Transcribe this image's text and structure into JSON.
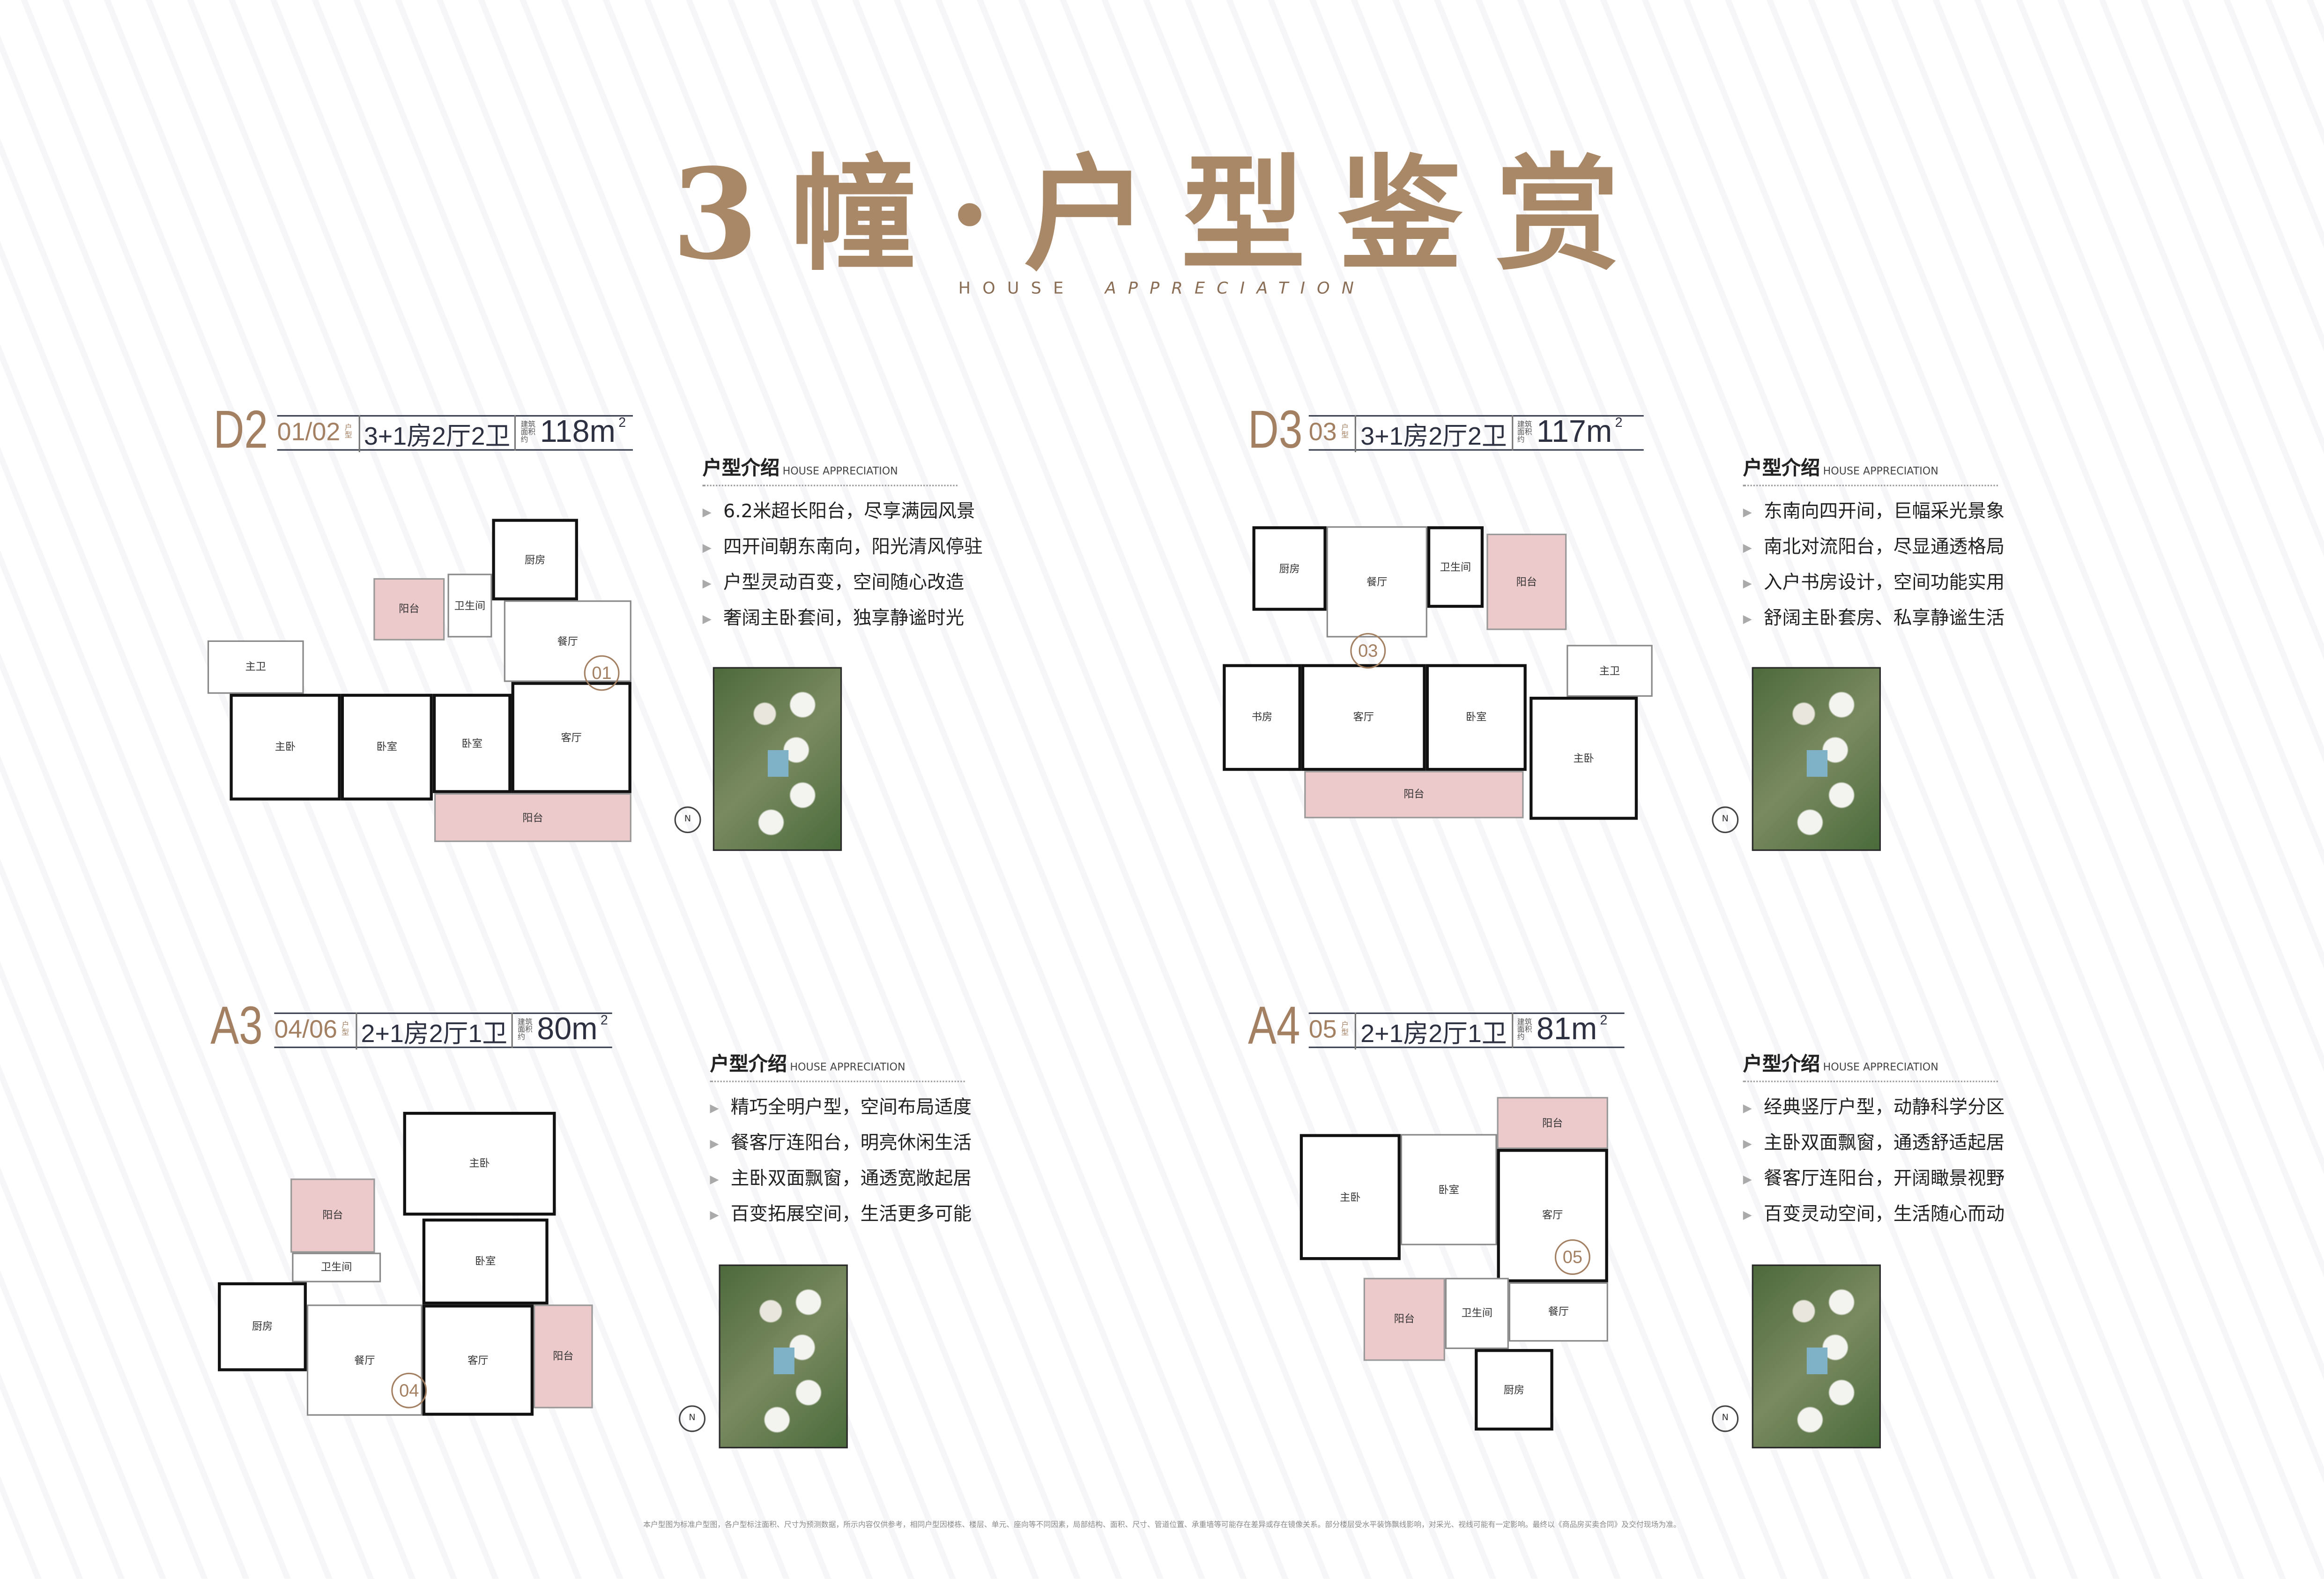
{
  "title": "3幢·户型鉴赏",
  "subtitle": {
    "left": "HOUSE",
    "right": "APPRECIATION"
  },
  "intro_title": "户型介绍",
  "intro_sub": "HOUSE APPRECIATION",
  "type_label": "户型",
  "area_label": "建筑面积约",
  "units": [
    {
      "code": "D2",
      "nums": "01/02",
      "rooms": "3+1房2厅2卫",
      "area": "118m",
      "sup": "2",
      "circle": "01",
      "bullets": [
        "6.2米超长阳台，尽享满园风景",
        "四开间朝东南向，阳光清风停驻",
        "户型灵动百变，空间随心改造",
        "奢阔主卧套间，独享静谧时光"
      ],
      "rooms_list": [
        "厨房",
        "卫生间",
        "阳台",
        "餐厅",
        "主卫",
        "主卧",
        "卧室",
        "卧室",
        "客厅",
        "阳台"
      ]
    },
    {
      "code": "D3",
      "nums": "03",
      "rooms": "3+1房2厅2卫",
      "area": "117m",
      "sup": "2",
      "circle": "03",
      "bullets": [
        "东南向四开间，巨幅采光景象",
        "南北对流阳台，尽显通透格局",
        "入户书房设计，空间功能实用",
        "舒阔主卧套房、私享静谧生活"
      ],
      "rooms_list": [
        "厨房",
        "餐厅",
        "卫生间",
        "阳台",
        "书房",
        "客厅",
        "卧室",
        "主卫",
        "主卧",
        "阳台"
      ]
    },
    {
      "code": "A3",
      "nums": "04/06",
      "rooms": "2+1房2厅1卫",
      "area": "80m",
      "sup": "2",
      "circle": "04",
      "bullets": [
        "精巧全明户型，空间布局适度",
        "餐客厅连阳台，明亮休闲生活",
        "主卧双面飘窗，通透宽敞起居",
        "百变拓展空间，生活更多可能"
      ],
      "rooms_list": [
        "主卧",
        "阳台",
        "卧室",
        "卫生间",
        "厨房",
        "餐厅",
        "客厅",
        "阳台"
      ]
    },
    {
      "code": "A4",
      "nums": "05",
      "rooms": "2+1房2厅1卫",
      "area": "81m",
      "sup": "2",
      "circle": "05",
      "bullets": [
        "经典竖厅户型，动静科学分区",
        "主卧双面飘窗，通透舒适起居",
        "餐客厅连阳台，开阔瞰景视野",
        "百变灵动空间，生活随心而动"
      ],
      "rooms_list": [
        "阳台",
        "主卧",
        "卧室",
        "客厅",
        "阳台",
        "卫生间",
        "餐厅",
        "厨房"
      ]
    }
  ],
  "compass": "N",
  "footer": "本户型图为标准户型图，各户型标注面积、尺寸为预测数据，所示内容仅供参考，相同户型因楼栋、楼层、单元、座向等不同因素，局部结构、面积、尺寸、管道位置、承重墙等可能存在差异或存在镜像关系。部分楼层受水平装饰飘线影响，对采光、视线可能有一定影响。最终以《商品房买卖合同》及交付现场为准。"
}
